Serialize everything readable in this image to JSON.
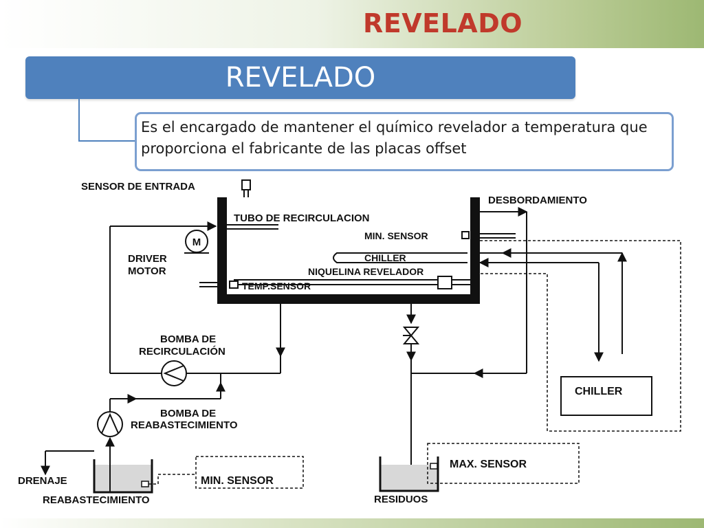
{
  "slide": {
    "title": "REVELADO",
    "header": "REVELADO",
    "description": "Es el encargado de mantener el químico revelador a temperatura que proporciona el fabricante de las placas offset"
  },
  "diagram": {
    "labels": {
      "sensor_entrada": "SENSOR DE ENTRADA",
      "tubo_recirculacion": "TUBO DE RECIRCULACION",
      "desbordamiento": "DESBORDAMIENTO",
      "min_sensor_tank": "MIN. SENSOR",
      "chiller_coil": "CHILLER",
      "niquelina": "NIQUELINA REVELADOR",
      "temp_sensor": "TEMP.SENSOR",
      "driver_motor_1": "DRIVER",
      "driver_motor_2": "MOTOR",
      "motor_symbol": "M",
      "bomba_recirc_1": "BOMBA DE",
      "bomba_recirc_2": "RECIRCULACIÓN",
      "bomba_reab_1": "BOMBA DE",
      "bomba_reab_2": "REABASTECIMIENTO",
      "drenaje": "DRENAJE",
      "reabastecimiento": "REABASTECIMIENTO",
      "min_sensor_bottom": "MIN. SENSOR",
      "chiller_unit": "CHILLER",
      "max_sensor": "MAX. SENSOR",
      "residuos": "RESIDUOS"
    }
  }
}
